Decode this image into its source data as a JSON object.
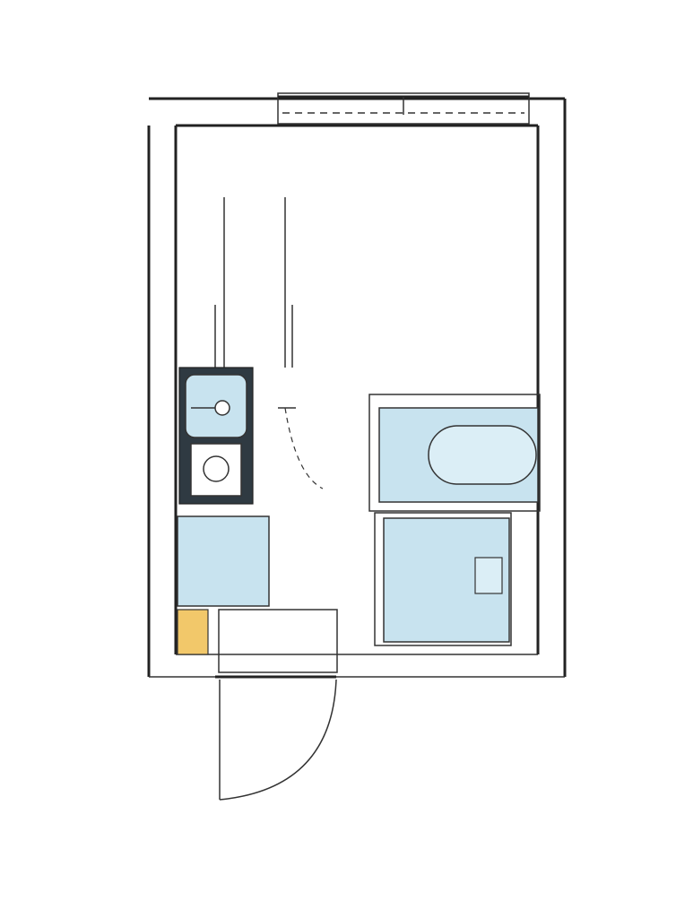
{
  "plan": {
    "rooms": [
      "main-room",
      "loft-stair",
      "kitchen",
      "bathroom",
      "toilet",
      "closet",
      "entrance"
    ],
    "colors": {
      "wall": "#222222",
      "fixture": "#c8e3ef",
      "storage": "#f2c86a",
      "background": "#ffffff"
    }
  }
}
